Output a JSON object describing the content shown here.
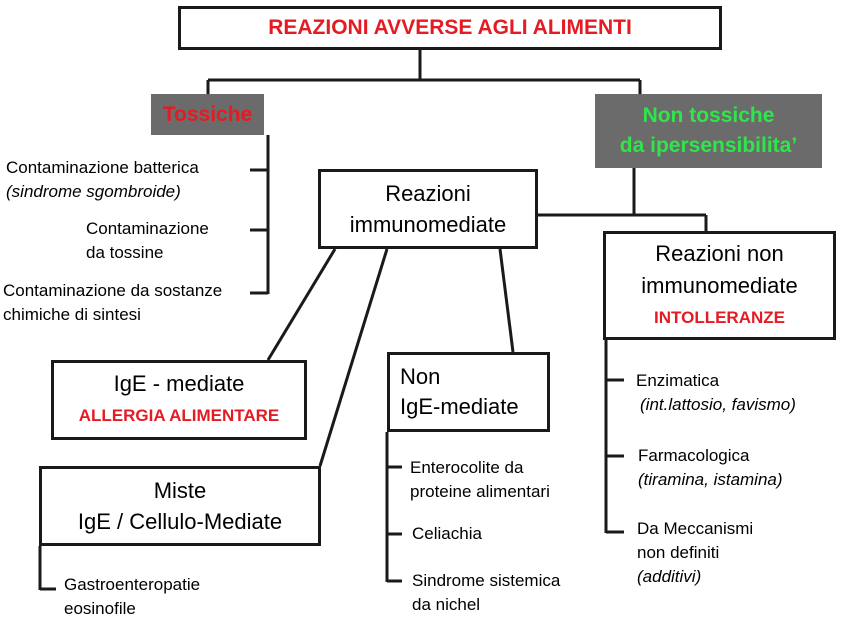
{
  "title": "REAZIONI AVVERSE AGLI ALIMENTI",
  "branches": {
    "toxic": {
      "label": "Tossiche",
      "items": [
        {
          "line1": "Contaminazione batterica",
          "line2": "(sindrome sgombroide)"
        },
        {
          "line1": "Contaminazione",
          "line2": "da tossine"
        },
        {
          "line1": "Contaminazione da sostanze",
          "line2": "chimiche di sintesi"
        }
      ]
    },
    "non_toxic": {
      "label_line1": "Non tossiche",
      "label_line2": "da ipersensibilita’"
    }
  },
  "immuno": {
    "line1": "Reazioni",
    "line2": "immunomediate",
    "ige": {
      "line1": "IgE - mediate",
      "line2": "ALLERGIA ALIMENTARE"
    },
    "non_ige": {
      "line1": "Non",
      "line2": "IgE-mediate",
      "items": [
        {
          "line1": "Enterocolite da",
          "line2": "proteine alimentari"
        },
        {
          "line1": "Celiachia",
          "line2": ""
        },
        {
          "line1": "Sindrome sistemica",
          "line2": "da nichel"
        }
      ]
    },
    "mixed": {
      "line1": "Miste",
      "line2": "IgE / Cellulo-Mediate",
      "items": [
        {
          "line1": "Gastroenteropatie",
          "line2": "eosinofile"
        }
      ]
    }
  },
  "non_immuno": {
    "line1": "Reazioni non",
    "line2": "immunomediate",
    "line3": "INTOLLERANZE",
    "items": [
      {
        "line1": "Enzimatica",
        "line2": "(int.lattosio, favismo)"
      },
      {
        "line1": "Farmacologica",
        "line2": "(tiramina, istamina)"
      },
      {
        "line1": "Da Meccanismi",
        "line2": "non definiti",
        "line3": "(additivi)"
      }
    ]
  },
  "colors": {
    "title_red": "#e41b23",
    "green": "#2ee64a",
    "gray_box": "#6b6b6b",
    "line": "#1a1a1a"
  }
}
